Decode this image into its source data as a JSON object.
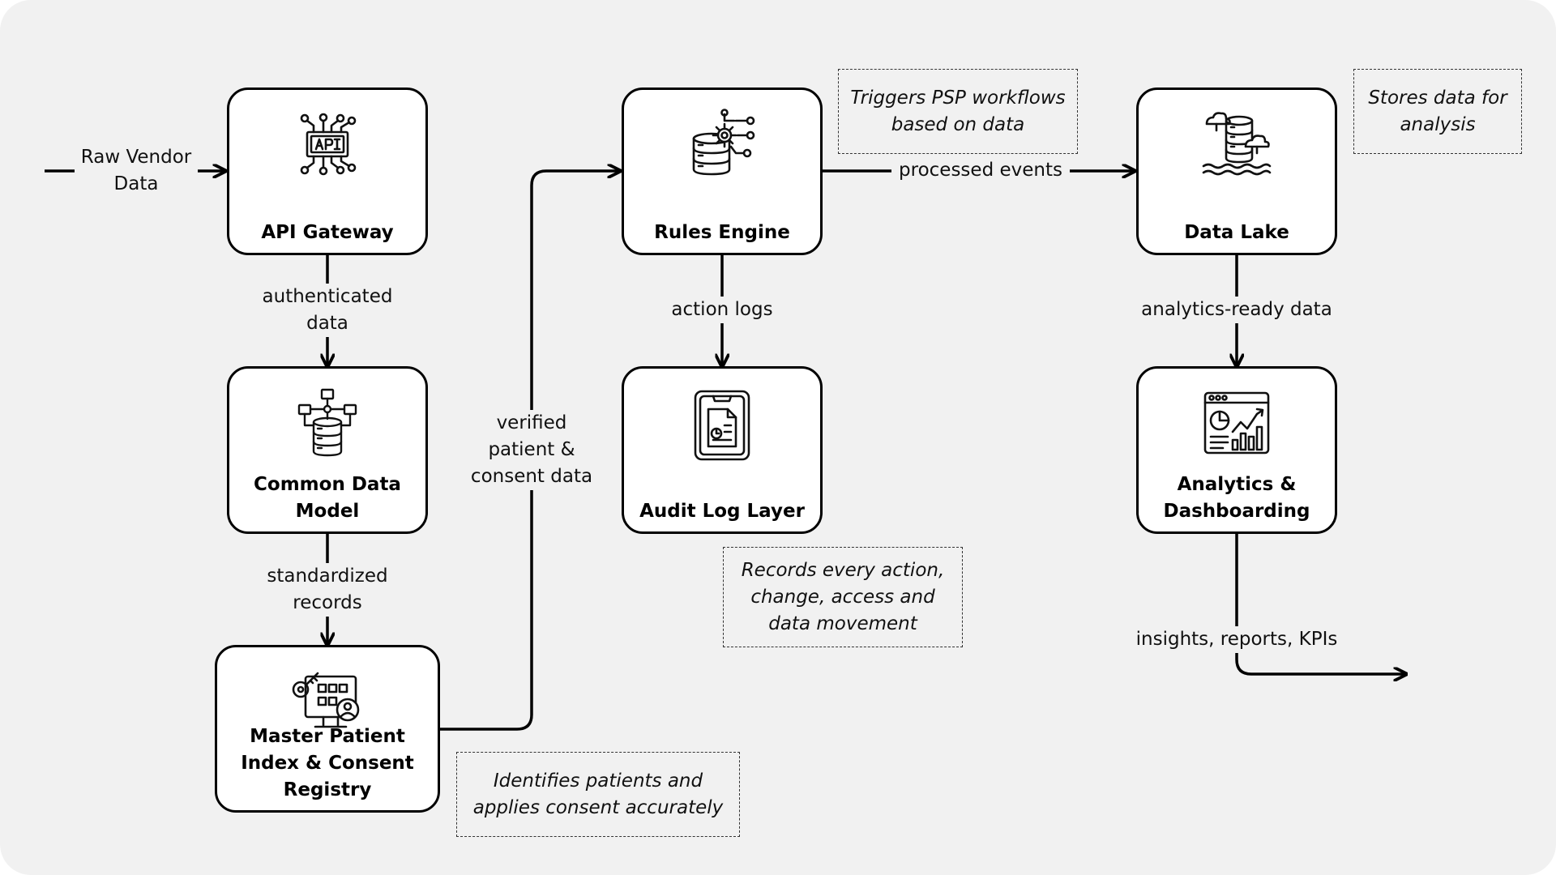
{
  "nodes": {
    "api_gateway": {
      "title": "API Gateway",
      "icon": "api-chip-icon"
    },
    "common_data_model": {
      "title": "Common Data Model",
      "icon": "database-network-icon"
    },
    "master_patient_index": {
      "title": "Master Patient Index & Consent Registry",
      "icon": "key-monitor-user-icon"
    },
    "rules_engine": {
      "title": "Rules Engine",
      "icon": "database-gear-icon"
    },
    "audit_log_layer": {
      "title": "Audit Log Layer",
      "icon": "clipboard-report-icon"
    },
    "data_lake": {
      "title": "Data Lake",
      "icon": "data-lake-icon"
    },
    "analytics_dashboarding": {
      "title": "Analytics & Dashboarding",
      "icon": "dashboard-chart-icon"
    }
  },
  "edges": {
    "raw_vendor_data": "Raw Vendor Data",
    "authenticated_data": "authenticated data",
    "standardized_records": "standardized records",
    "verified_patient_consent": "verified patient & consent data",
    "processed_events": "processed events",
    "action_logs": "action logs",
    "analytics_ready_data": "analytics-ready data",
    "insights_reports_kpis": "insights, reports, KPIs"
  },
  "notes": {
    "rules_engine_note": "Triggers PSP workflows based on data",
    "data_lake_note": "Stores data for analysis",
    "audit_note": "Records every action, change, access and data movement",
    "mpi_note": "Identifies patients and applies consent accurately"
  },
  "colors": {
    "background": "#f1f1f1",
    "node_fill": "#ffffff",
    "stroke": "#000000"
  }
}
